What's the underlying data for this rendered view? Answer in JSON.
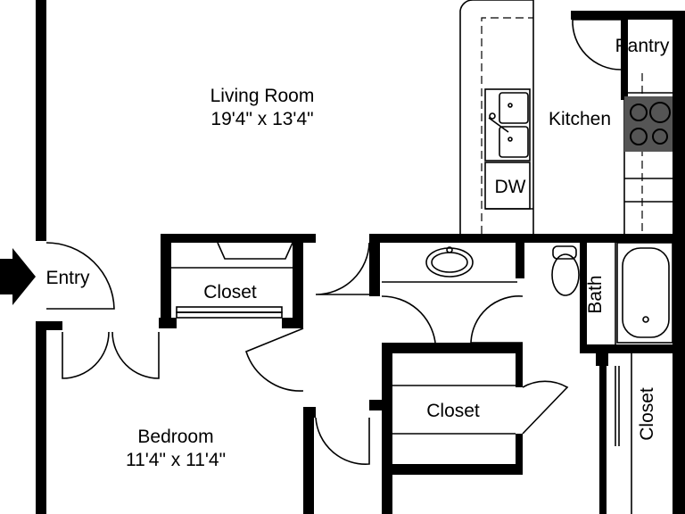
{
  "plan": {
    "rooms": {
      "living_room": {
        "name": "Living Room",
        "size": "19'4\" x 13'4\""
      },
      "kitchen": {
        "name": "Kitchen"
      },
      "pantry": {
        "name": "Pantry"
      },
      "bedroom": {
        "name": "Bedroom",
        "size": "11'4\" x 11'4\""
      },
      "bath": {
        "name": "Bath"
      },
      "entry": {
        "name": "Entry"
      },
      "closet_bedroom": {
        "name": "Closet"
      },
      "closet_hall": {
        "name": "Closet"
      },
      "closet_side": {
        "name": "Closet"
      }
    },
    "appliances": {
      "dishwasher": "DW"
    }
  }
}
